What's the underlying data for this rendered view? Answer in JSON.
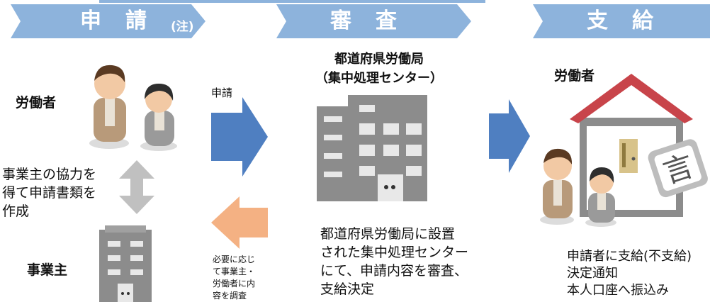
{
  "phases": {
    "apply": {
      "label": "申請",
      "note": "(注)"
    },
    "review": {
      "label": "審査"
    },
    "pay": {
      "label": "支給"
    }
  },
  "left": {
    "worker_label": "労働者",
    "cooperation_text": [
      "事業主の協力を",
      "得て申請書類を",
      "作成"
    ],
    "employer_label": "事業主"
  },
  "flow": {
    "apply_label": "申請",
    "investigate_text": [
      "必要に応じ",
      "て事業主・",
      "労働者に内",
      "容を調査"
    ]
  },
  "center": {
    "office_title": [
      "都道府県労働局",
      "（集中処理センター）"
    ],
    "description": [
      "都道府県労働局に設置",
      "された集中処理センター",
      "にて、申請内容を審査、",
      "支給決定"
    ]
  },
  "right": {
    "worker_label": "労働者",
    "result_text": [
      "申請者に支給(不支給)",
      "決定通知",
      "本人口座へ振込み"
    ]
  },
  "colors": {
    "phase_banner": "#8db3dc",
    "arrow_blue": "#4f7fc1",
    "arrow_orange": "#f4b183",
    "arrow_gray": "#c0c0c0",
    "building_gray": "#8c8c8c",
    "roof_red": "#c8444a"
  }
}
